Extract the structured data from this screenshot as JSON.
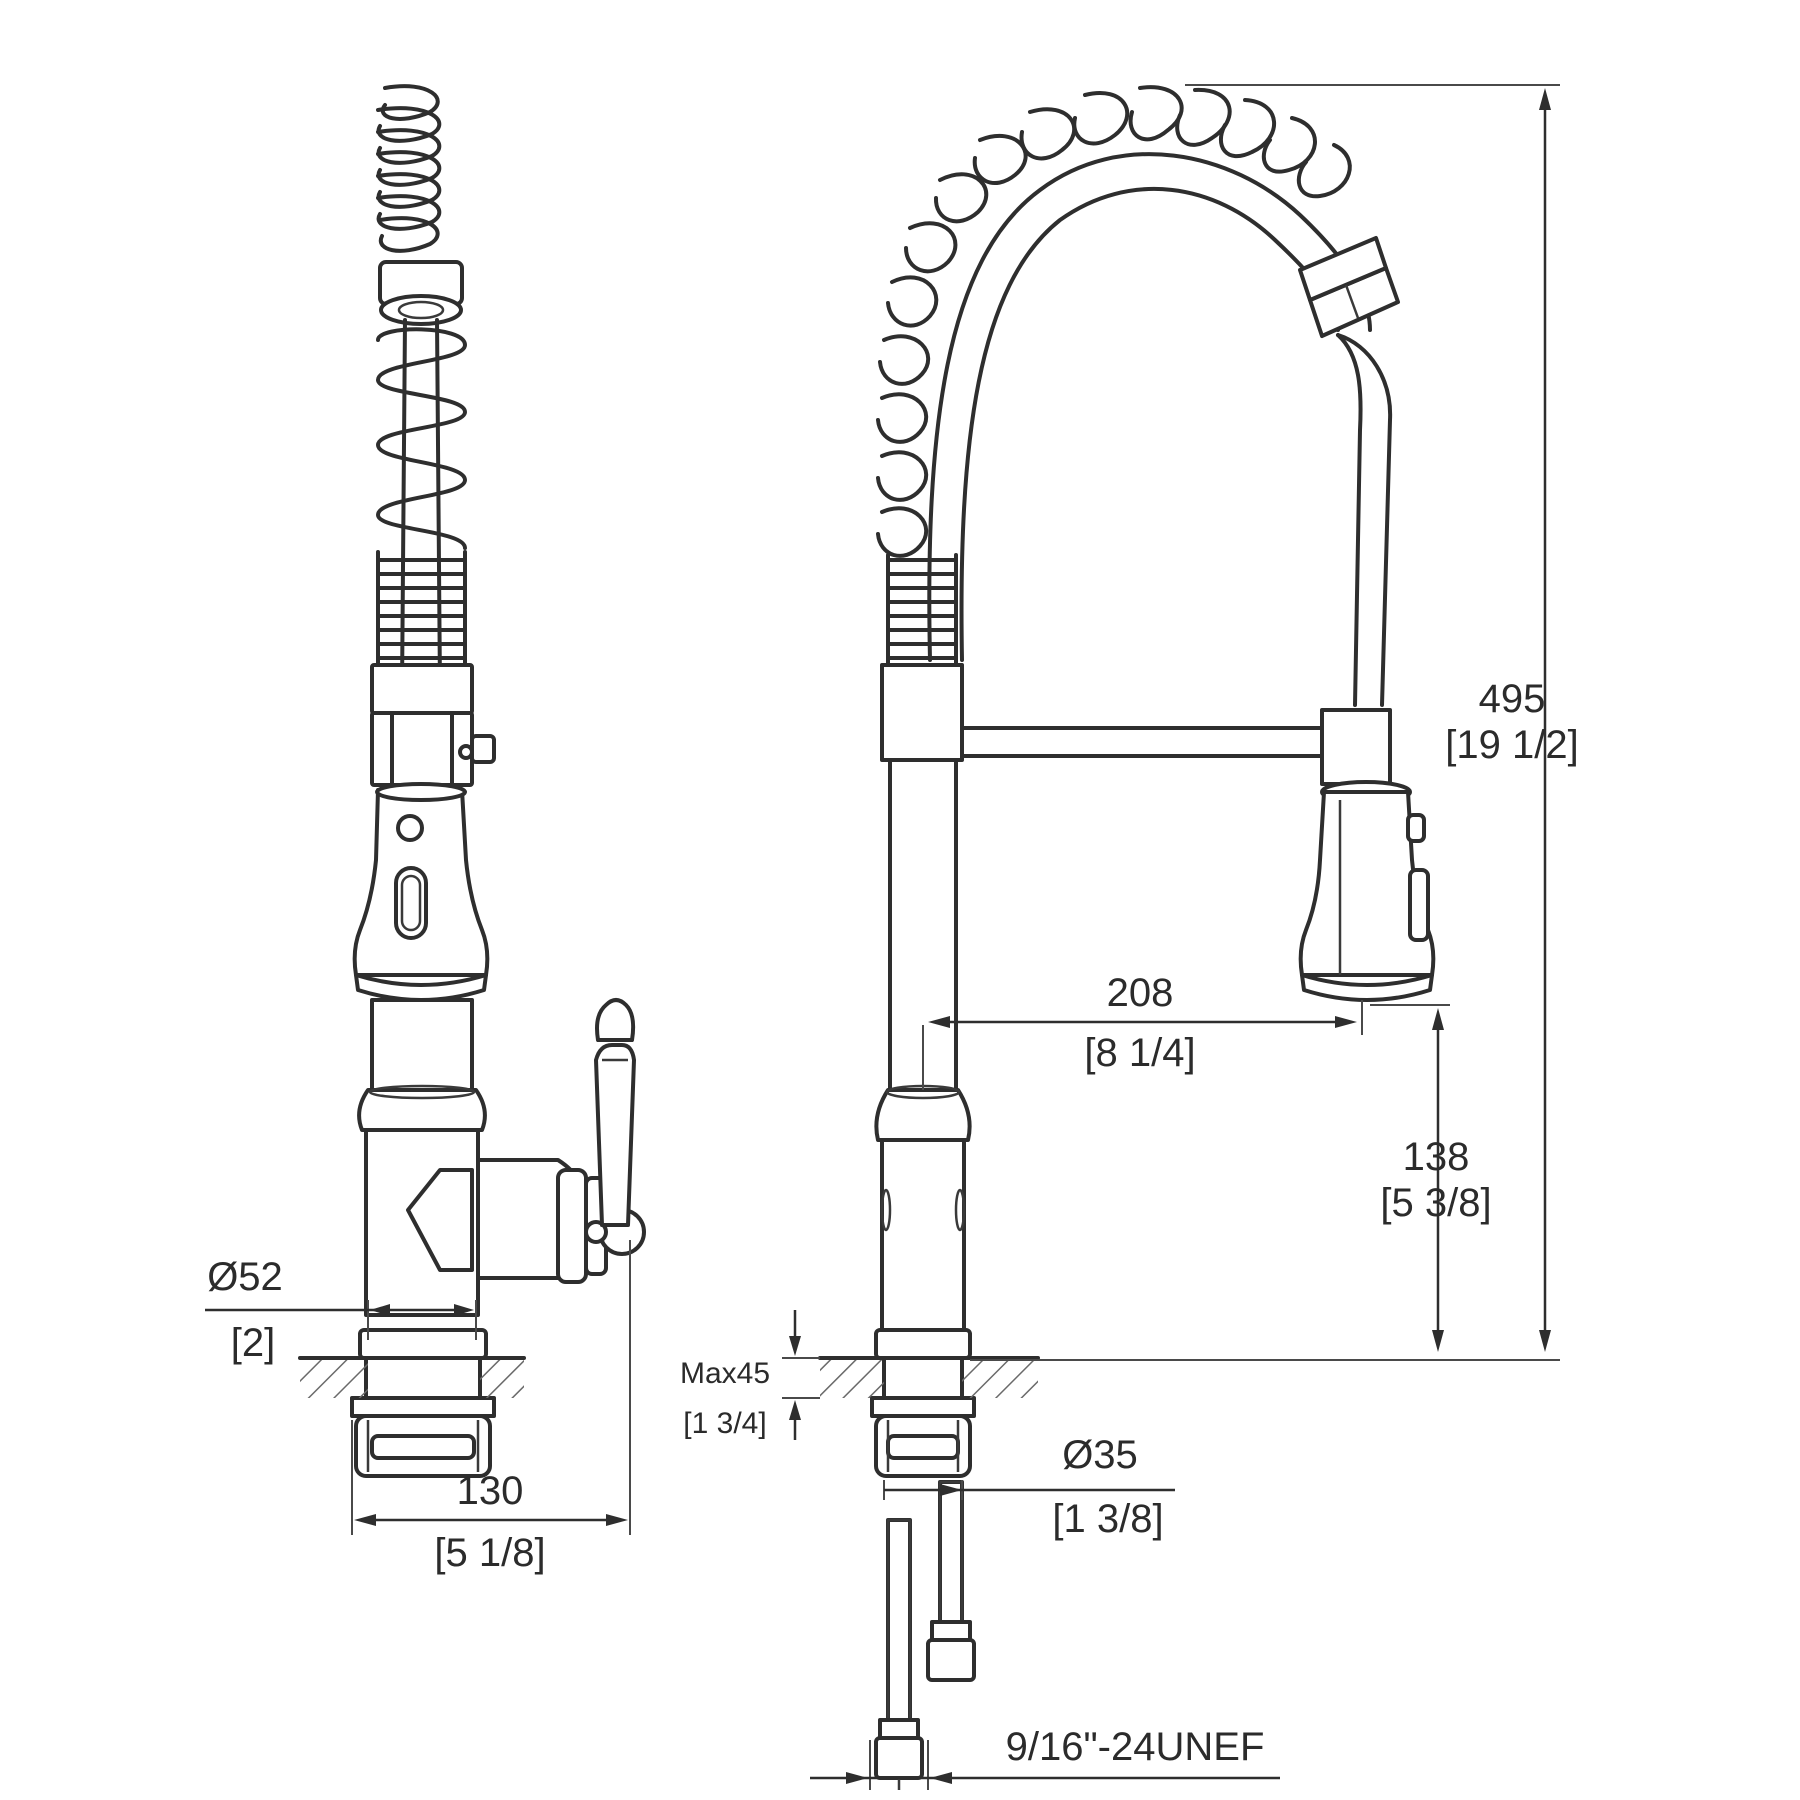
{
  "dimensions": {
    "total_height": {
      "mm": "495",
      "in": "[19 1/2]"
    },
    "spout_reach": {
      "mm": "208",
      "in": "[8 1/4]"
    },
    "spray_clearance": {
      "mm": "138",
      "in": "[5 3/8]"
    },
    "base_diameter": {
      "mm": "Ø52",
      "in": "[2]"
    },
    "side_depth": {
      "mm": "130",
      "in": "[5 1/8]"
    },
    "deck_thickness": {
      "mm": "Max45",
      "in": "[1 3/4]"
    },
    "hole_diameter": {
      "mm": "Ø35",
      "in": "[1 3/8]"
    },
    "thread_spec": {
      "label": "9/16\"-24UNEF"
    }
  }
}
